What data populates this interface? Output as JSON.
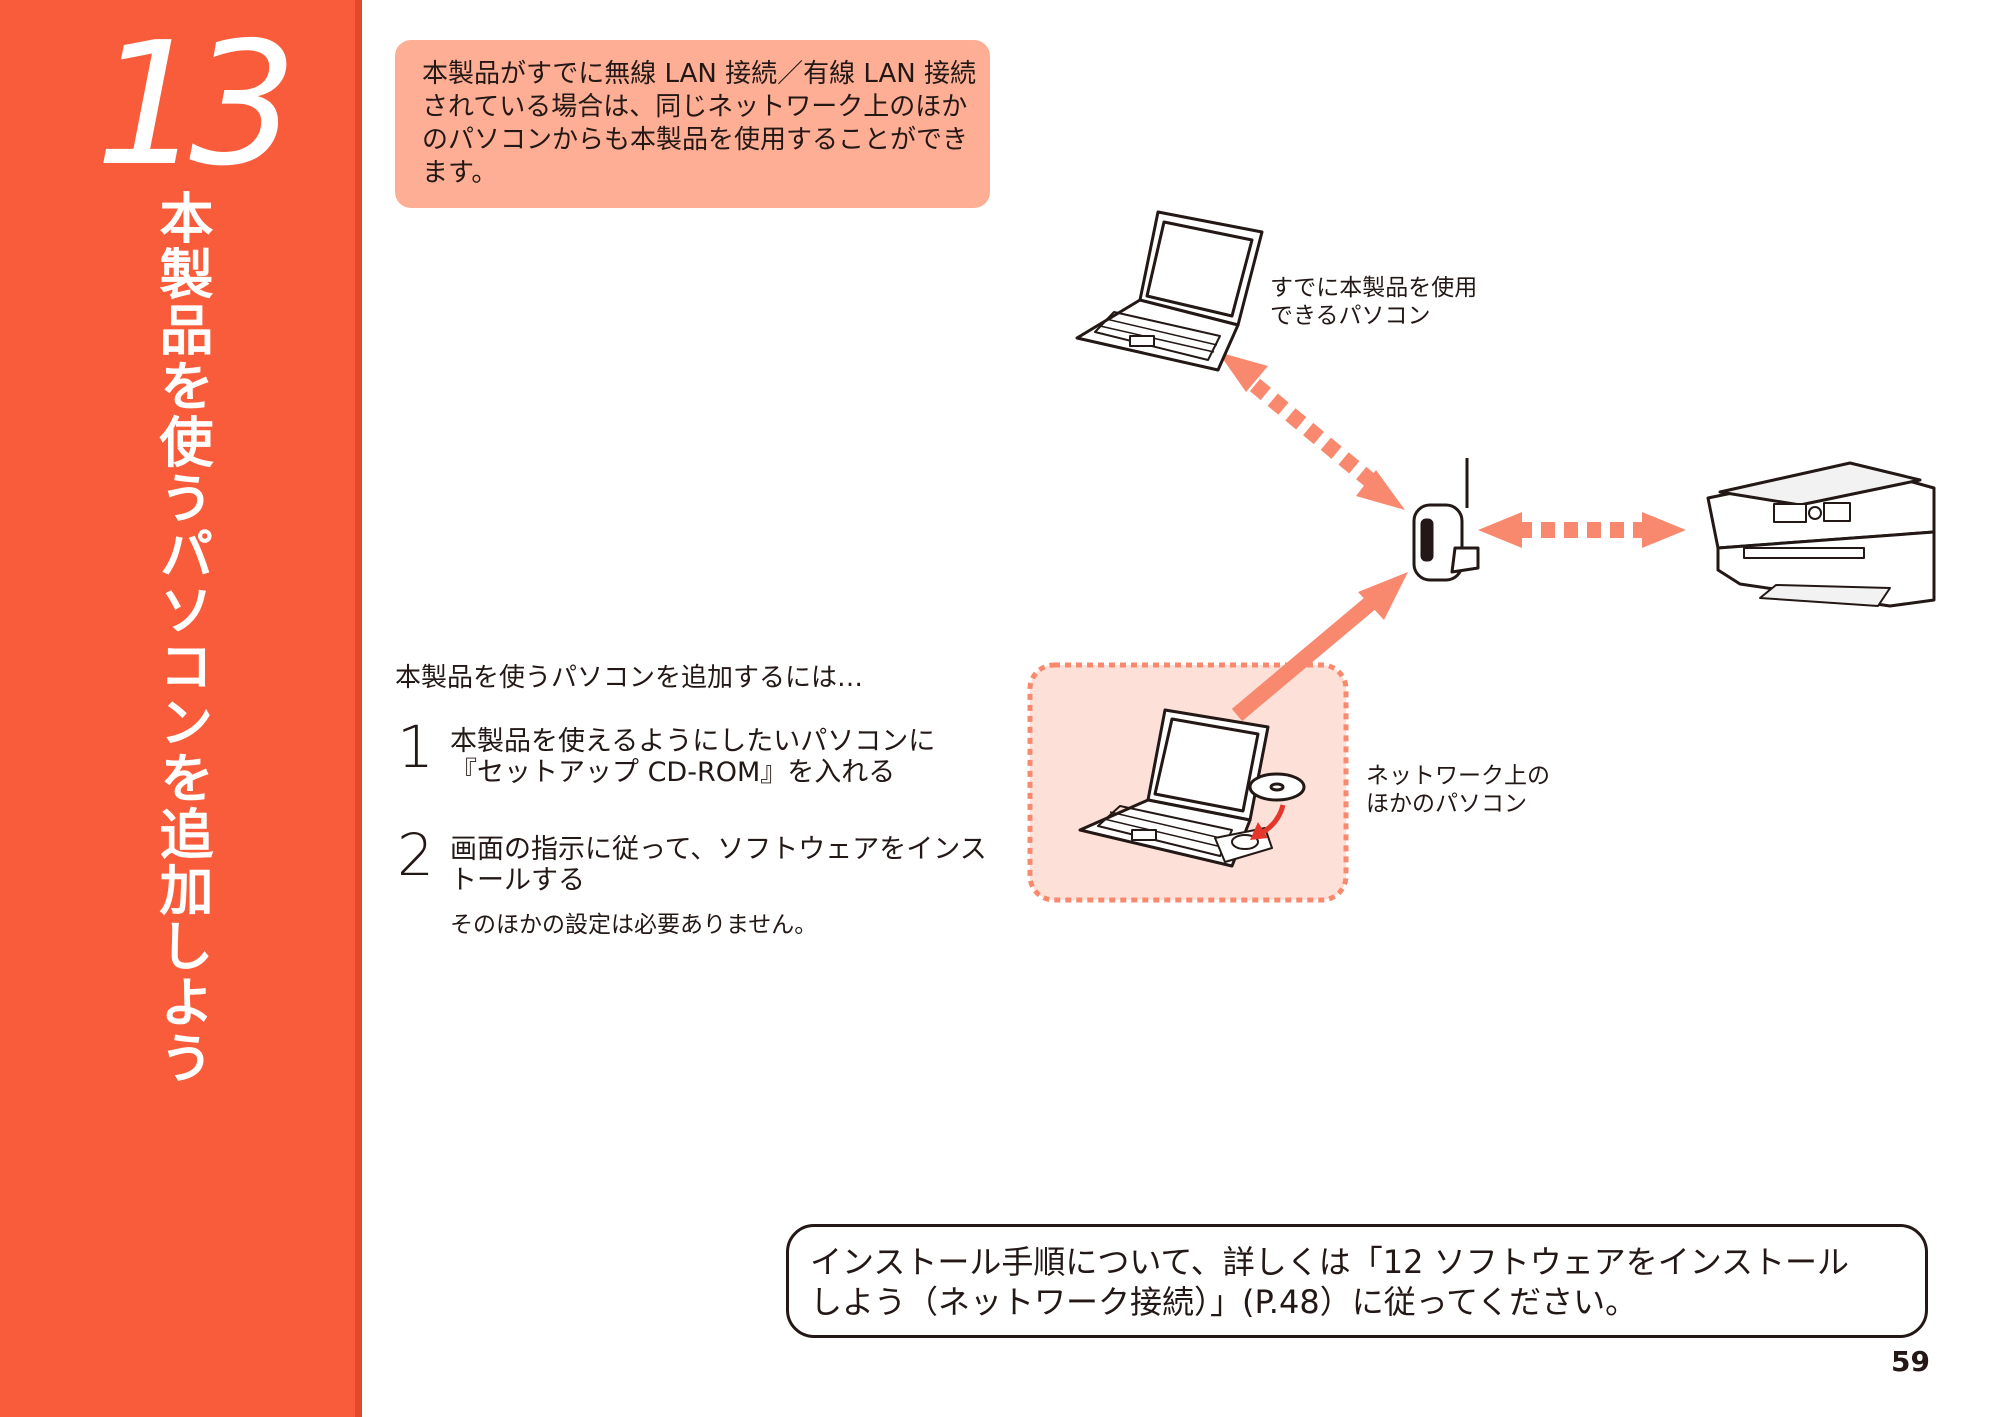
{
  "sidebar": {
    "chapter_number": "13",
    "chapter_title": "本製品を使うパソコンを追加しよう"
  },
  "note": {
    "text": "本製品がすでに無線 LAN 接続／有線 LAN 接続されている場合は、同じネットワーク上のほかのパソコンからも本製品を使用することができます。"
  },
  "diagram": {
    "caption_existing_pc": [
      "すでに本製品を使用",
      "できるパソコン"
    ],
    "caption_other_pc": [
      "ネットワーク上の",
      "ほかのパソコン"
    ]
  },
  "section": {
    "heading": "本製品を使うパソコンを追加するには…",
    "steps": [
      {
        "number": "1",
        "lines": [
          "本製品を使えるようにしたいパソコンに",
          "『セットアップ CD-ROM』を入れる"
        ]
      },
      {
        "number": "2",
        "lines": [
          "画面の指示に従って、ソフトウェアをインス",
          "トールする"
        ],
        "sub": "そのほかの設定は必要ありません。"
      }
    ]
  },
  "reference": {
    "lines": [
      "インストール手順について、詳しくは「12 ソフトウェアをインストール",
      "しよう（ネットワーク接続）」(P.48）に従ってください。"
    ]
  },
  "page_number": "59",
  "colors": {
    "sidebar": "#f95c3a",
    "note_box": "#feae94",
    "arrow": "#f8896e",
    "highlight_box": "#fde1d8"
  }
}
